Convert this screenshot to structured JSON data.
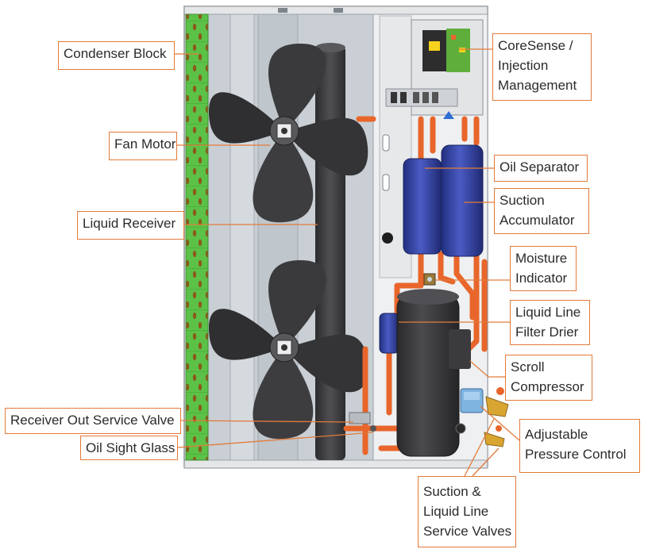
{
  "colors": {
    "label_border": "#e37b3a",
    "leader_line": "#e37b3a",
    "condenser_green": "#5cc247",
    "pipe_copper": "#e8662b",
    "vessel_blue": "#2f3e9a",
    "fan_dark": "#3a3a3c",
    "cabinet_gray": "#c9cfd4"
  },
  "labels": {
    "condenser_block": "Condenser Block",
    "fan_motor": "Fan Motor",
    "liquid_receiver": "Liquid Receiver",
    "receiver_out_service_valve": "Receiver Out Service Valve",
    "oil_sight_glass": "Oil Sight Glass",
    "coresense_line1": "CoreSense /",
    "coresense_line2": "Injection",
    "coresense_line3": "Management",
    "oil_separator": "Oil Separator",
    "suction_accumulator_line1": "Suction",
    "suction_accumulator_line2": "Accumulator",
    "moisture_indicator_line1": "Moisture",
    "moisture_indicator_line2": "Indicator",
    "filter_drier_line1": "Liquid Line",
    "filter_drier_line2": "Filter Drier",
    "scroll_compressor_line1": "Scroll",
    "scroll_compressor_line2": "Compressor",
    "adjustable_pressure_line1": "Adjustable",
    "adjustable_pressure_line2": "Pressure Control",
    "service_valves_line1": "Suction &",
    "service_valves_line2": "Liquid Line",
    "service_valves_line3": "Service Valves"
  }
}
